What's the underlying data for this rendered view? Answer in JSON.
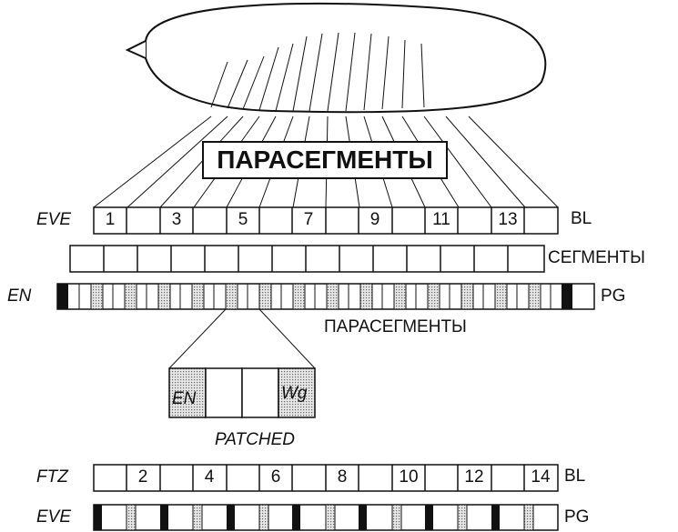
{
  "title": "ПАРАСЕГМЕНТЫ",
  "eve_row": {
    "label": "EVE",
    "numbers": [
      "1",
      "3",
      "5",
      "7",
      "9",
      "11",
      "13"
    ],
    "side": "BL"
  },
  "segments_row": {
    "side": "СЕГМЕНТЫ"
  },
  "en_row": {
    "label": "EN",
    "side": "PG"
  },
  "parasegments_caption": "ПАРАСЕГМЕНТЫ",
  "zoom": {
    "left": "EN",
    "right": "Wg",
    "caption": "PATCHED"
  },
  "ftz_row": {
    "label": "FTZ",
    "numbers": [
      "2",
      "4",
      "6",
      "8",
      "10",
      "12",
      "14"
    ],
    "side": "BL"
  },
  "eve_pg_row": {
    "label": "EVE",
    "side": "PG"
  },
  "colors": {
    "ink": "#111111",
    "stipple": "#bdbdbd"
  }
}
